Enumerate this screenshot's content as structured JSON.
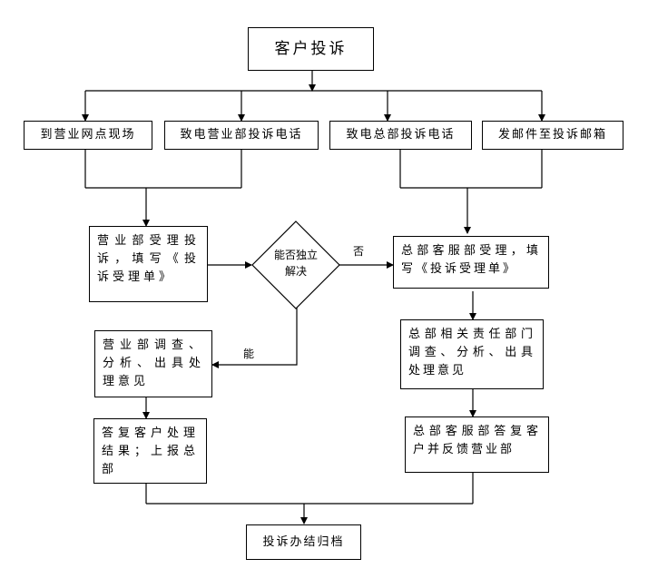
{
  "nodes": {
    "complaint": "客户投诉",
    "visit_outlet": "到营业网点现场",
    "call_business_dept": "致电营业部投诉电话",
    "call_headquarters": "致电总部投诉电话",
    "email": "发邮件至投诉邮箱",
    "business_accept": "营业部受理投诉，填写《投诉受理单》",
    "decision": "能否独立解决",
    "hq_service_accept": "总部客服部受理，填写《投诉受理单》",
    "business_investigate": "营业部调查、分析、出具处理意见",
    "hq_dept_investigate": "总部相关责任部门调查、分析、出具处理意见",
    "business_reply": "答复客户处理结果；上报总部",
    "hq_reply": "总部客服部答复客户并反馈营业部",
    "archive": "投诉办结归档"
  },
  "edge_labels": {
    "no": "否",
    "yes": "能"
  }
}
